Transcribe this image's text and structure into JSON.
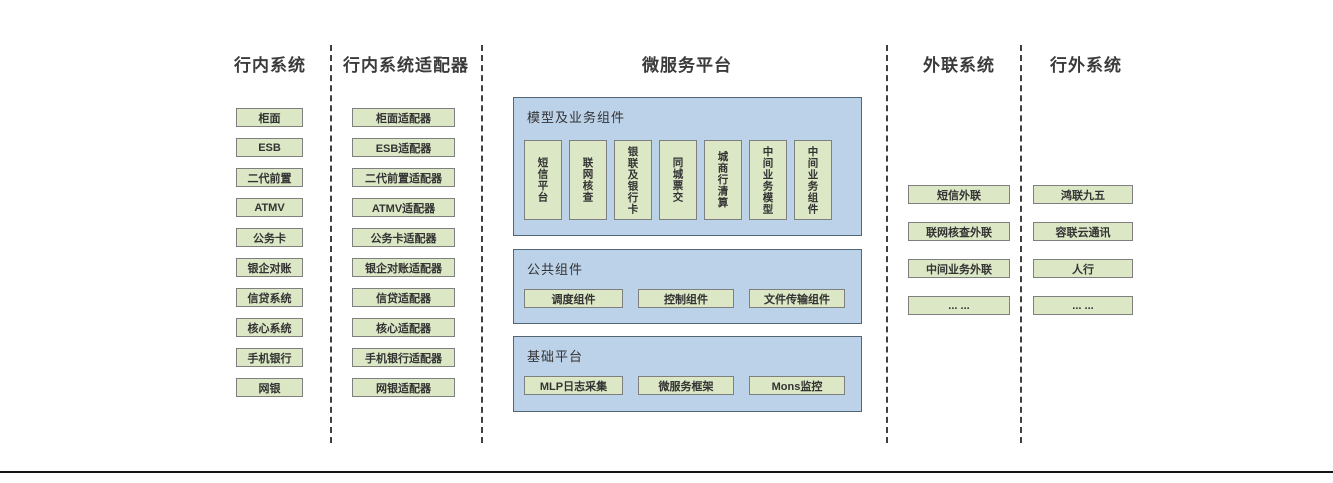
{
  "columns": [
    {
      "title": "行内系统",
      "items": [
        "柜面",
        "ESB",
        "二代前置",
        "ATMV",
        "公务卡",
        "银企对账",
        "信贷系统",
        "核心系统",
        "手机银行",
        "网银"
      ]
    },
    {
      "title": "行内系统适配器",
      "items": [
        "柜面适配器",
        "ESB适配器",
        "二代前置适配器",
        "ATMV适配器",
        "公务卡适配器",
        "银企对账适配器",
        "信贷适配器",
        "核心适配器",
        "手机银行适配器",
        "网银适配器"
      ]
    },
    {
      "title": "微服务平台"
    },
    {
      "title": "外联系统",
      "items": [
        "短信外联",
        "联网核查外联",
        "中间业务外联",
        "... ..."
      ]
    },
    {
      "title": "行外系统",
      "items": [
        "鸿联九五",
        "容联云通讯",
        "人行",
        "... ..."
      ]
    }
  ],
  "platform_panels": [
    {
      "title": "模型及业务组件",
      "items": [
        "短信平台",
        "联网核查",
        "银联及银行卡",
        "同城票交",
        "城商行清算",
        "中间业务模型",
        "中间业务组件"
      ]
    },
    {
      "title": "公共组件",
      "items": [
        "调度组件",
        "控制组件",
        "文件传输组件"
      ]
    },
    {
      "title": "基础平台",
      "items": [
        "MLP日志采集",
        "微服务框架",
        "Mons监控"
      ]
    }
  ],
  "colors": {
    "node_fill": "#dbe7c5",
    "node_border": "#7f7f7f",
    "panel_fill": "#bcd2e9",
    "panel_border": "#566573",
    "text": "#3f3f3f",
    "divider": "#3f3f3f",
    "bottom_rule": "#141414"
  }
}
